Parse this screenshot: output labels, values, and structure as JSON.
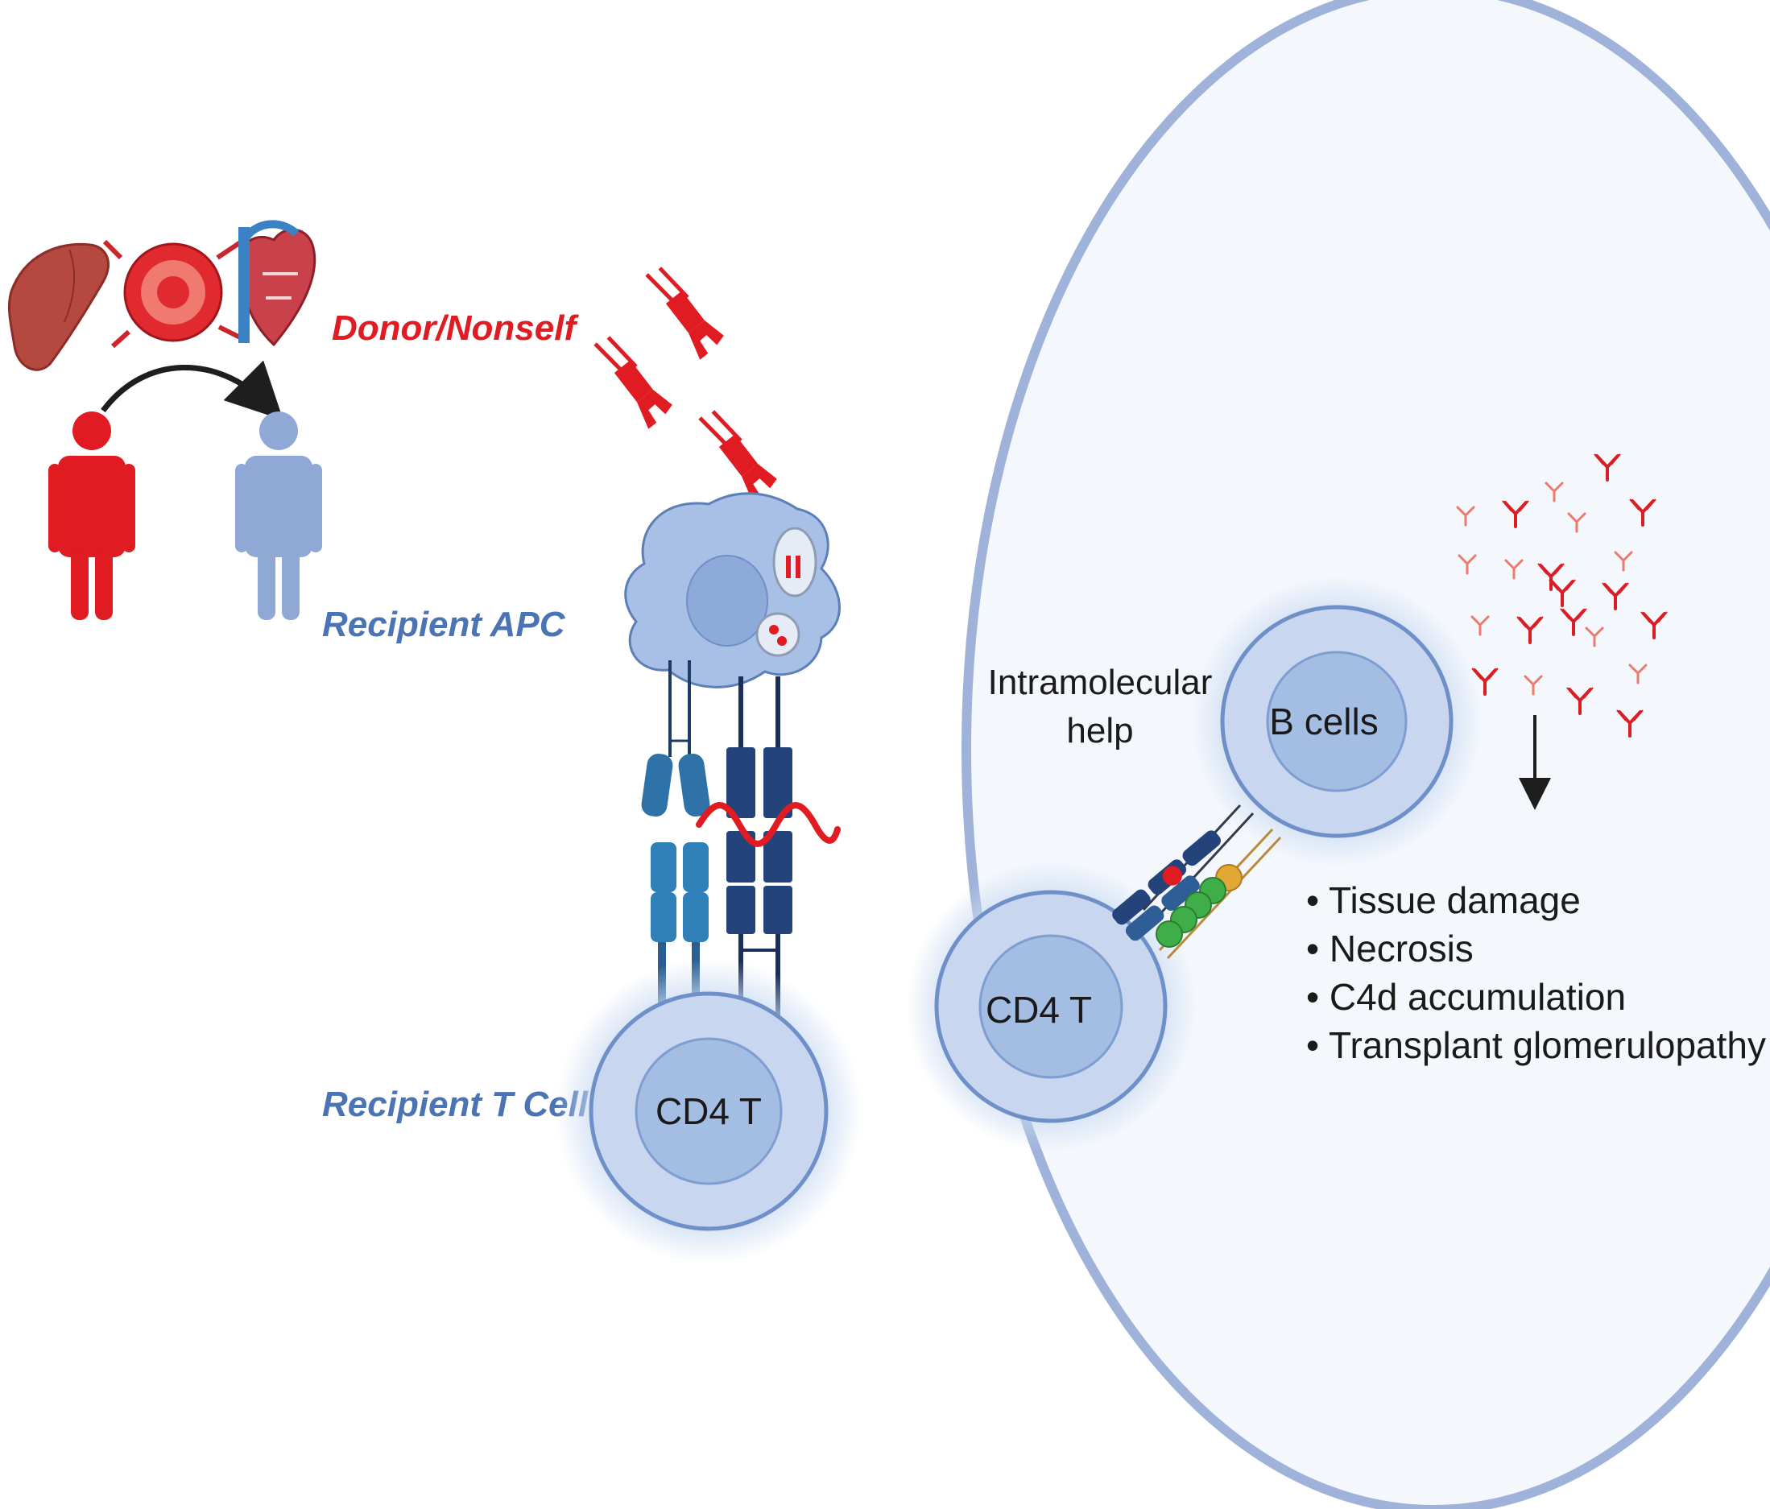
{
  "labels": {
    "donor": "Donor/Nonself",
    "recipient_apc": "Recipient APC",
    "recipient_t_cell": "Recipient T Cell",
    "cd4_t_left": "CD4 T",
    "cd4_t_right": "CD4 T",
    "b_cells": "B cells",
    "help_line1": "Intramolecular",
    "help_line2": "help"
  },
  "outcomes": [
    "• Tissue damage",
    "• Necrosis",
    "• C4d accumulation",
    "• Transplant glomerulopathy"
  ],
  "icons": {
    "organs": [
      "liver-icon",
      "kidney-icon",
      "heart-icon"
    ],
    "donor_person": "person-icon",
    "recipient_person": "person-icon",
    "antigen": "mhc-antigen-icon",
    "antibody": "antibody-icon"
  },
  "colors": {
    "donor_red": "#e01b22",
    "recipient_blue": "#4a74b4",
    "cell_fill": "#bcd0ec",
    "cell_nucleus": "#a4bde3",
    "sphere_border": "#9fb2da"
  }
}
